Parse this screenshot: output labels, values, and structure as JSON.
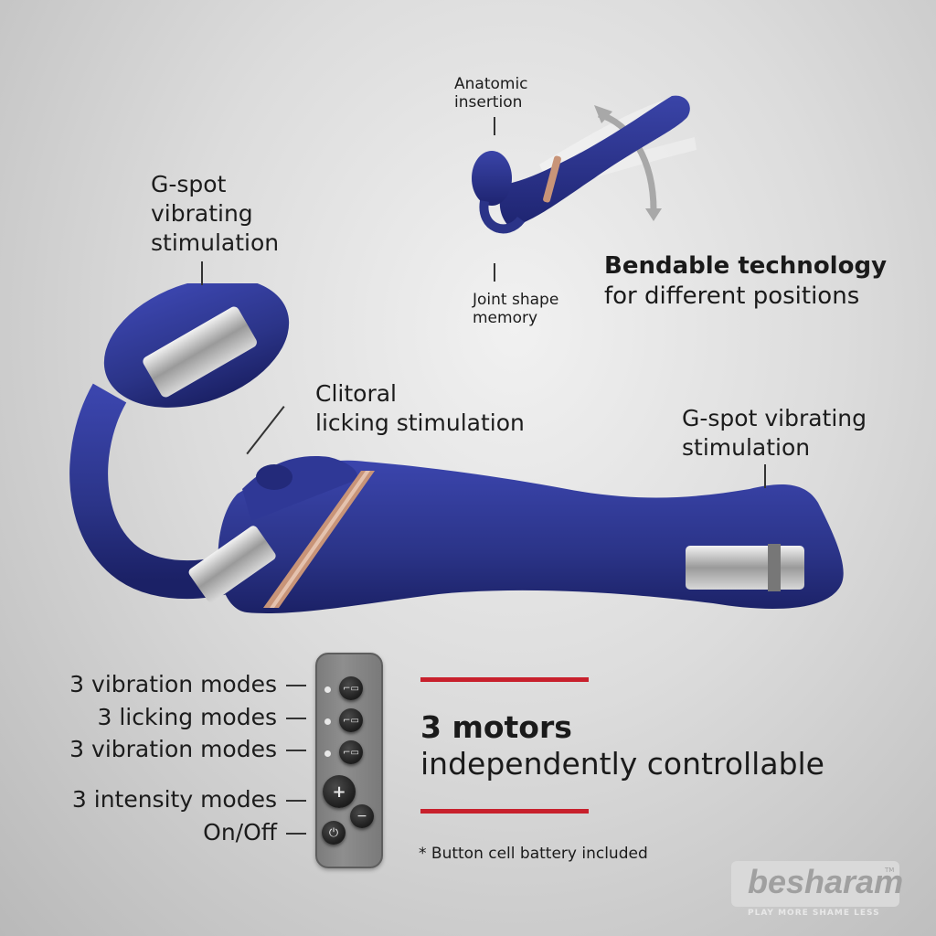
{
  "callouts": {
    "top_gspot": [
      "G-spot",
      "vibrating",
      "stimulation"
    ],
    "clitoral": [
      "Clitoral",
      "licking stimulation"
    ],
    "right_gspot": [
      "G-spot vibrating",
      "stimulation"
    ],
    "anatomic": [
      "Anatomic",
      "insertion"
    ],
    "joint": [
      "Joint shape",
      "memory"
    ]
  },
  "bendable": {
    "title": "Bendable technology",
    "subtitle": "for different positions"
  },
  "remote_labels": [
    "3 vibration modes",
    "3 licking modes",
    "3 vibration modes",
    "3 intensity modes",
    "On/Off"
  ],
  "remote_buttons": {
    "plus": "+",
    "minus": "−",
    "power": "⏻"
  },
  "motors": {
    "title": "3 motors",
    "subtitle": "independently controllable",
    "footnote": "* Button cell battery included"
  },
  "logo": {
    "brand": "besharam",
    "tm": "TM",
    "tagline": "PLAY MORE SHAME LESS"
  },
  "colors": {
    "product_blue": "#2b3488",
    "accent_red": "#c8202c",
    "rose_gold": "#c89478"
  }
}
